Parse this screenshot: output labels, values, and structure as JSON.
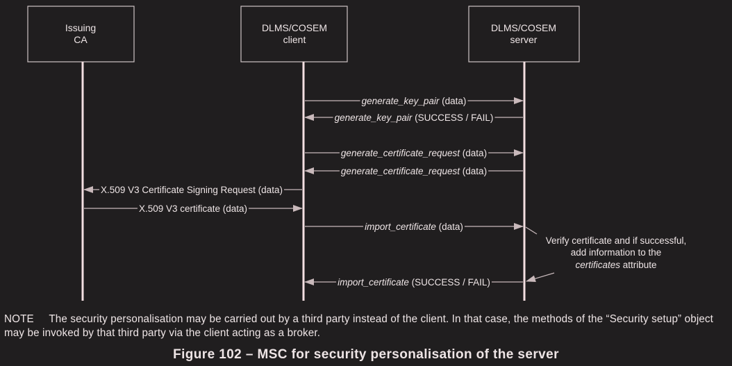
{
  "participants": [
    {
      "id": "ca",
      "line1": "Issuing",
      "line2": "CA"
    },
    {
      "id": "client",
      "line1": "DLMS/COSEM",
      "line2": "client"
    },
    {
      "id": "server",
      "line1": "DLMS/COSEM",
      "line2": "server"
    }
  ],
  "messages": [
    {
      "from": "client",
      "to": "server",
      "method": "generate_key_pair",
      "arg": " (data)"
    },
    {
      "from": "server",
      "to": "client",
      "method": "generate_key_pair",
      "arg": " (SUCCESS / FAIL)"
    },
    {
      "from": "client",
      "to": "server",
      "method": "generate_certificate_request",
      "arg": " (data)"
    },
    {
      "from": "server",
      "to": "client",
      "method": "generate_certificate_request",
      "arg": " (data)"
    },
    {
      "from": "client",
      "to": "ca",
      "method": "",
      "arg": "X.509 V3 Certificate Signing Request (data)"
    },
    {
      "from": "ca",
      "to": "client",
      "method": "",
      "arg": "X.509 V3 certificate (data)"
    },
    {
      "from": "client",
      "to": "server",
      "method": "import_certificate",
      "arg": " (data)"
    },
    {
      "from": "server",
      "to": "client",
      "method": "import_certificate",
      "arg": " (SUCCESS / FAIL)"
    }
  ],
  "annotation": {
    "line1": "Verify certificate and if successful,",
    "line2": "add information to the",
    "line3_italic": "certificates",
    "line3_rest": " attribute"
  },
  "note": {
    "tag": "NOTE",
    "text": "The security personalisation may be carried out by a third party instead of the client. In that case, the methods of the “Security setup” object may be invoked by that third party via the client acting as a broker."
  },
  "caption": "Figure 102 – MSC for security personalisation of the server",
  "colors": {
    "background": "#201e1f",
    "lifeline": "#f3dfe1",
    "line": "#c8b9bb",
    "text": "#eee5e6"
  }
}
